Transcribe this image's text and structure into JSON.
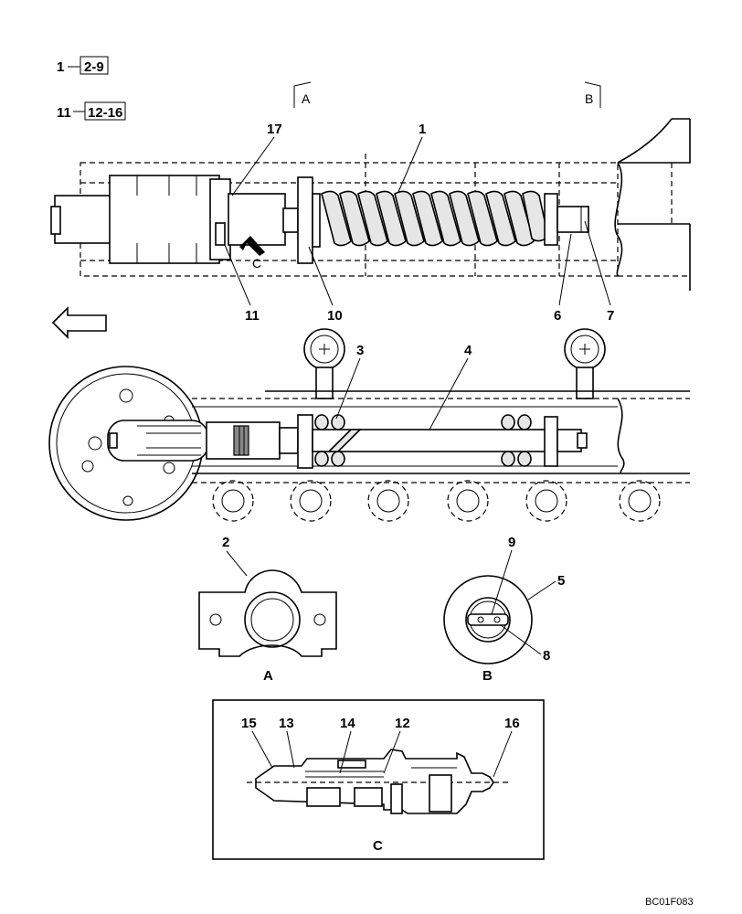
{
  "refs": {
    "ref1_item": "1",
    "ref1_range": "2-9",
    "ref2_item": "11",
    "ref2_range": "12-16"
  },
  "section_markers": {
    "a": "A",
    "b": "B"
  },
  "callouts": {
    "c1": "1",
    "c2": "2",
    "c3": "3",
    "c4": "4",
    "c5": "5",
    "c6": "6",
    "c7": "7",
    "c8": "8",
    "c9": "9",
    "c10": "10",
    "c11": "11",
    "c12": "12",
    "c13": "13",
    "c14": "14",
    "c15": "15",
    "c16": "16",
    "c17": "17",
    "view_arrow_c": "C"
  },
  "views": {
    "a": "A",
    "b": "B",
    "c": "C"
  },
  "drawing_code": "BC01F083"
}
